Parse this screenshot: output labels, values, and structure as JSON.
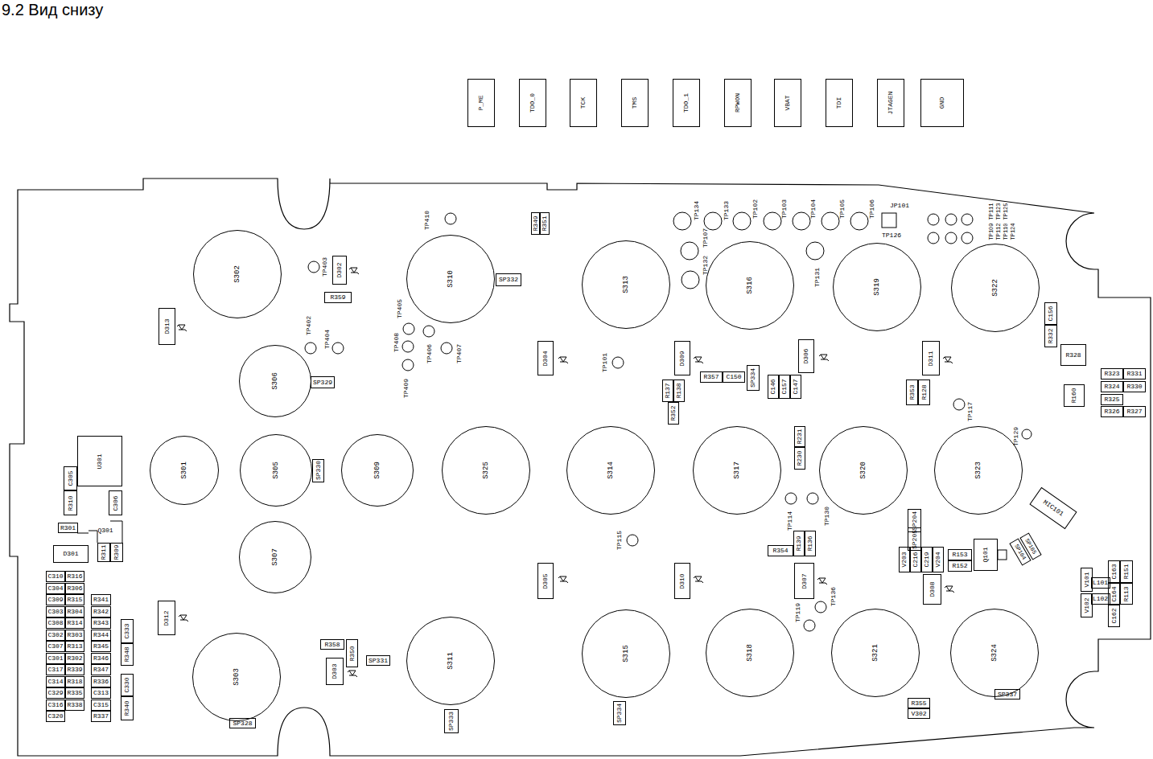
{
  "diagram": {
    "title": "9.2 Вид снизу",
    "nodes": [
      {
        "text": [
          "P_ME"
        ]
      },
      {
        "text": [
          "TDO_0"
        ]
      },
      {
        "text": [
          "TCK"
        ]
      },
      {
        "text": [
          "TMS"
        ]
      },
      {
        "text": [
          "TDO_1"
        ]
      },
      {
        "text": [
          "RPWON"
        ]
      },
      {
        "text": [
          "VBAT"
        ]
      },
      {
        "text": [
          "TDI"
        ]
      },
      {
        "text": [
          "JTAGEN"
        ]
      },
      {
        "text": [
          "GND"
        ]
      },
      {
        "text": [
          "R349"
        ]
      },
      {
        "text": [
          "R351"
        ]
      },
      {
        "text": [
          "S302"
        ]
      },
      {
        "text": [
          "D302"
        ]
      },
      {
        "text": [
          "S310"
        ]
      },
      {
        "text": [
          "SP332"
        ]
      },
      {
        "text": [
          "S313"
        ]
      },
      {
        "text": [
          "S316"
        ]
      },
      {
        "text": [
          "S319"
        ]
      },
      {
        "text": [
          "S322"
        ]
      },
      {
        "text": [
          "R359"
        ]
      },
      {
        "text": [
          "D313"
        ]
      },
      {
        "text": [
          "C156"
        ]
      },
      {
        "text": [
          "R332"
        ]
      },
      {
        "text": [
          "R328"
        ]
      },
      {
        "text": [
          "D304"
        ]
      },
      {
        "text": [
          "D309"
        ]
      },
      {
        "text": [
          "D306"
        ]
      },
      {
        "text": [
          "D311"
        ]
      },
      {
        "text": [
          "S306"
        ]
      },
      {
        "text": [
          "SP329"
        ]
      },
      {
        "text": [
          "R357"
        ]
      },
      {
        "text": [
          "C150"
        ]
      },
      {
        "text": [
          "SP334"
        ]
      },
      {
        "text": [
          "C146"
        ]
      },
      {
        "text": [
          "C157"
        ]
      },
      {
        "text": [
          "C147"
        ]
      },
      {
        "text": [
          "R137"
        ]
      },
      {
        "text": [
          "R138"
        ]
      },
      {
        "text": [
          "R352"
        ]
      },
      {
        "text": [
          "R353"
        ]
      },
      {
        "text": [
          "R128"
        ]
      },
      {
        "text": [
          "R323"
        ]
      },
      {
        "text": [
          "R331"
        ]
      },
      {
        "text": [
          "R324"
        ]
      },
      {
        "text": [
          "R330"
        ]
      },
      {
        "text": [
          "R325"
        ]
      },
      {
        "text": [
          "R160"
        ]
      },
      {
        "text": [
          "R326"
        ]
      },
      {
        "text": [
          "R327"
        ]
      },
      {
        "text": [
          "R231"
        ]
      },
      {
        "text": [
          "R230"
        ]
      },
      {
        "text": [
          "U301"
        ]
      },
      {
        "text": [
          "S301"
        ]
      },
      {
        "text": [
          "S305"
        ]
      },
      {
        "text": [
          "SP330"
        ]
      },
      {
        "text": [
          "S309"
        ]
      },
      {
        "text": [
          "S325"
        ]
      },
      {
        "text": [
          "S314"
        ]
      },
      {
        "text": [
          "S317"
        ]
      },
      {
        "text": [
          "S320"
        ]
      },
      {
        "text": [
          "S323"
        ]
      },
      {
        "text": [
          "C305"
        ]
      },
      {
        "text": [
          "R310"
        ]
      },
      {
        "text": [
          "C306"
        ]
      },
      {
        "text": [
          "MIC101"
        ]
      },
      {
        "text": [
          "R301"
        ]
      },
      {
        "text": [
          "R311"
        ]
      },
      {
        "text": [
          "R309"
        ]
      },
      {
        "text": [
          "SP204"
        ]
      },
      {
        "text": [
          "SP205"
        ]
      },
      {
        "text": [
          "S307"
        ]
      },
      {
        "text": [
          "D301"
        ]
      },
      {
        "text": [
          "R354"
        ]
      },
      {
        "text": [
          "R139"
        ]
      },
      {
        "text": [
          "R136"
        ]
      },
      {
        "text": [
          "V203"
        ]
      },
      {
        "text": [
          "C216"
        ]
      },
      {
        "text": [
          "C219"
        ]
      },
      {
        "text": [
          "V204"
        ]
      },
      {
        "text": [
          "R153"
        ]
      },
      {
        "text": [
          "R152"
        ]
      },
      {
        "text": [
          "Q101"
        ]
      },
      {
        "text": [
          "SP104"
        ]
      },
      {
        "text": [
          "SP105"
        ]
      },
      {
        "text": [
          "D305"
        ]
      },
      {
        "text": [
          "D310"
        ]
      },
      {
        "text": [
          "D307"
        ]
      },
      {
        "text": [
          "D308"
        ]
      },
      {
        "text": [
          "C163"
        ]
      },
      {
        "text": [
          "R151"
        ]
      },
      {
        "text": [
          "V101"
        ]
      },
      {
        "text": [
          "L101"
        ]
      },
      {
        "text": [
          "C164"
        ]
      },
      {
        "text": [
          "R113"
        ]
      },
      {
        "text": [
          "L102"
        ]
      },
      {
        "text": [
          "V102"
        ]
      },
      {
        "text": [
          "C162"
        ]
      },
      {
        "text": [
          "D312"
        ]
      },
      {
        "text": [
          "S303"
        ]
      },
      {
        "text": [
          "S311"
        ]
      },
      {
        "text": [
          "S315"
        ]
      },
      {
        "text": [
          "S318"
        ]
      },
      {
        "text": [
          "S321"
        ]
      },
      {
        "text": [
          "S324"
        ]
      },
      {
        "text": [
          "R358"
        ]
      },
      {
        "text": [
          "R350"
        ]
      },
      {
        "text": [
          "SP331"
        ]
      },
      {
        "text": [
          "D303"
        ]
      },
      {
        "text": [
          "SP337"
        ]
      },
      {
        "text": [
          "R355"
        ]
      },
      {
        "text": [
          "V302"
        ]
      },
      {
        "text": [
          "SP328"
        ]
      },
      {
        "text": [
          "SP333"
        ]
      },
      {
        "text": [
          "SP334"
        ]
      },
      {
        "text": [
          "C310"
        ]
      },
      {
        "text": [
          "R316"
        ]
      },
      {
        "text": [
          "C304"
        ]
      },
      {
        "text": [
          "R306"
        ]
      },
      {
        "text": [
          "C309"
        ]
      },
      {
        "text": [
          "R315"
        ]
      },
      {
        "text": [
          "C303"
        ]
      },
      {
        "text": [
          "R304"
        ]
      },
      {
        "text": [
          "C308"
        ]
      },
      {
        "text": [
          "R314"
        ]
      },
      {
        "text": [
          "C302"
        ]
      },
      {
        "text": [
          "R303"
        ]
      },
      {
        "text": [
          "C307"
        ]
      },
      {
        "text": [
          "R313"
        ]
      },
      {
        "text": [
          "C301"
        ]
      },
      {
        "text": [
          "R302"
        ]
      },
      {
        "text": [
          "C317"
        ]
      },
      {
        "text": [
          "R339"
        ]
      },
      {
        "text": [
          "C314"
        ]
      },
      {
        "text": [
          "R318"
        ]
      },
      {
        "text": [
          "C329"
        ]
      },
      {
        "text": [
          "R335"
        ]
      },
      {
        "text": [
          "C316"
        ]
      },
      {
        "text": [
          "R338"
        ]
      },
      {
        "text": [
          "C320"
        ]
      },
      {
        "text": [
          "R341"
        ]
      },
      {
        "text": [
          "R342"
        ]
      },
      {
        "text": [
          "R343"
        ]
      },
      {
        "text": [
          "R344"
        ]
      },
      {
        "text": [
          "R345"
        ]
      },
      {
        "text": [
          "R346"
        ]
      },
      {
        "text": [
          "R347"
        ]
      },
      {
        "text": [
          "R336"
        ]
      },
      {
        "text": [
          "C313"
        ]
      },
      {
        "text": [
          "C315"
        ]
      },
      {
        "text": [
          "R337"
        ]
      },
      {
        "text": [
          "C333"
        ]
      },
      {
        "text": [
          "R348"
        ]
      },
      {
        "text": [
          "C330"
        ]
      },
      {
        "text": [
          "R340"
        ]
      }
    ],
    "labels": [
      "TP410",
      "TP403",
      "TP402",
      "TP404",
      "TP405",
      "TP408",
      "TP406",
      "TP407",
      "TP409",
      "TP101",
      "TP134",
      "TP133",
      "TP107",
      "TP102",
      "TP103",
      "TP104",
      "TP105",
      "TP106",
      "JP101",
      "TP126",
      "TP132",
      "TP131",
      "TP111",
      "TP123",
      "TP125",
      "TP109",
      "TP112",
      "TP110",
      "TP124",
      "TP117",
      "TP129",
      "TP115",
      "TP114",
      "TP130",
      "TP119",
      "TP136",
      "Q301"
    ]
  }
}
